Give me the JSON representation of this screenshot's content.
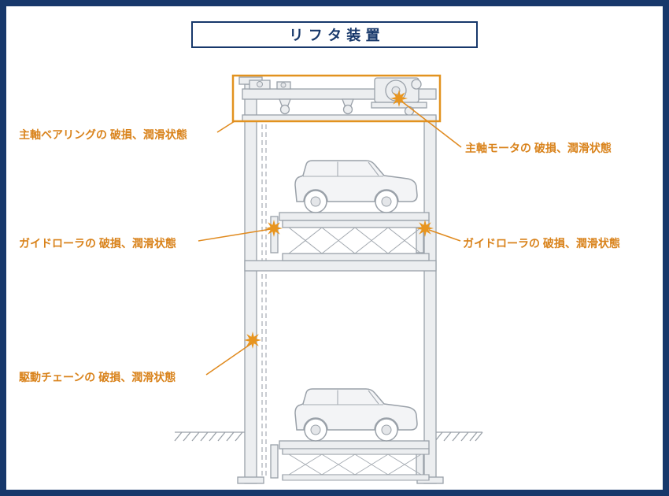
{
  "title": "リフタ装置",
  "annotations": {
    "bearing": {
      "label": "主軸ベアリングの 破損、潤滑状態"
    },
    "motor": {
      "label": "主軸モータの 破損、潤滑状態"
    },
    "guide_left": {
      "label": "ガイドローラの 破損、潤滑状態"
    },
    "guide_right": {
      "label": "ガイドローラの 破損、潤滑状態"
    },
    "chain": {
      "label": "駆動チェーンの 破損、潤滑状態"
    }
  },
  "colors": {
    "frame_navy": "#17386B",
    "accent_orange": "#E08A1E",
    "label_orange": "#D9831C",
    "line_gray": "#9AA1A9",
    "fill_gray": "#ECEEF0"
  }
}
